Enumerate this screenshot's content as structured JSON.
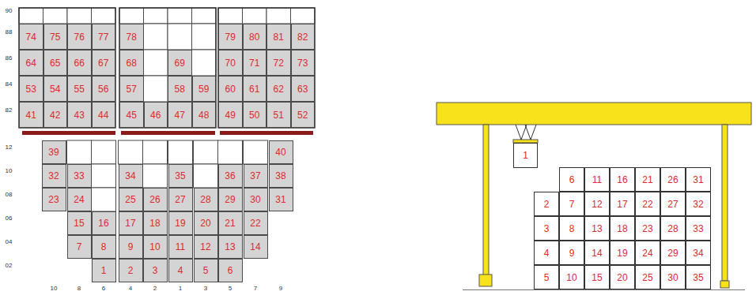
{
  "diagram": {
    "nodes": [
      {
        "text": [
          "74"
        ]
      },
      {
        "text": [
          "75"
        ]
      },
      {
        "text": [
          "76"
        ]
      },
      {
        "text": [
          "77"
        ]
      },
      {
        "text": [
          "78"
        ]
      },
      {
        "text": [
          "79"
        ]
      },
      {
        "text": [
          "80"
        ]
      },
      {
        "text": [
          "81"
        ]
      },
      {
        "text": [
          "82"
        ]
      },
      {
        "text": [
          "64"
        ]
      },
      {
        "text": [
          "65"
        ]
      },
      {
        "text": [
          "66"
        ]
      },
      {
        "text": [
          "67"
        ]
      },
      {
        "text": [
          "68"
        ]
      },
      {
        "text": [
          "69"
        ]
      },
      {
        "text": [
          "70"
        ]
      },
      {
        "text": [
          "71"
        ]
      },
      {
        "text": [
          "72"
        ]
      },
      {
        "text": [
          "73"
        ]
      },
      {
        "text": [
          "53"
        ]
      },
      {
        "text": [
          "54"
        ]
      },
      {
        "text": [
          "55"
        ]
      },
      {
        "text": [
          "56"
        ]
      },
      {
        "text": [
          "57"
        ]
      },
      {
        "text": [
          "58"
        ]
      },
      {
        "text": [
          "59"
        ]
      },
      {
        "text": [
          "60"
        ]
      },
      {
        "text": [
          "61"
        ]
      },
      {
        "text": [
          "62"
        ]
      },
      {
        "text": [
          "63"
        ]
      },
      {
        "text": [
          "41"
        ]
      },
      {
        "text": [
          "42"
        ]
      },
      {
        "text": [
          "43"
        ]
      },
      {
        "text": [
          "44"
        ]
      },
      {
        "text": [
          "45"
        ]
      },
      {
        "text": [
          "46"
        ]
      },
      {
        "text": [
          "47"
        ]
      },
      {
        "text": [
          "48"
        ]
      },
      {
        "text": [
          "49"
        ]
      },
      {
        "text": [
          "50"
        ]
      },
      {
        "text": [
          "51"
        ]
      },
      {
        "text": [
          "52"
        ]
      },
      {
        "text": [
          "39"
        ]
      },
      {
        "text": [
          "40"
        ]
      },
      {
        "text": [
          "32"
        ]
      },
      {
        "text": [
          "33"
        ]
      },
      {
        "text": [
          "34"
        ]
      },
      {
        "text": [
          "35"
        ]
      },
      {
        "text": [
          "36"
        ]
      },
      {
        "text": [
          "37"
        ]
      },
      {
        "text": [
          "38"
        ]
      },
      {
        "text": [
          "23"
        ]
      },
      {
        "text": [
          "24"
        ]
      },
      {
        "text": [
          "25"
        ]
      },
      {
        "text": [
          "26"
        ]
      },
      {
        "text": [
          "27"
        ]
      },
      {
        "text": [
          "28"
        ]
      },
      {
        "text": [
          "29"
        ]
      },
      {
        "text": [
          "30"
        ]
      },
      {
        "text": [
          "31"
        ]
      },
      {
        "text": [
          "15"
        ]
      },
      {
        "text": [
          "16"
        ]
      },
      {
        "text": [
          "17"
        ]
      },
      {
        "text": [
          "18"
        ]
      },
      {
        "text": [
          "19"
        ]
      },
      {
        "text": [
          "20"
        ]
      },
      {
        "text": [
          "21"
        ]
      },
      {
        "text": [
          "22"
        ]
      },
      {
        "text": [
          "7"
        ]
      },
      {
        "text": [
          "8"
        ]
      },
      {
        "text": [
          "9"
        ]
      },
      {
        "text": [
          "10"
        ]
      },
      {
        "text": [
          "11"
        ]
      },
      {
        "text": [
          "12"
        ]
      },
      {
        "text": [
          "13"
        ]
      },
      {
        "text": [
          "14"
        ]
      },
      {
        "text": [
          "1"
        ]
      },
      {
        "text": [
          "2"
        ]
      },
      {
        "text": [
          "3"
        ]
      },
      {
        "text": [
          "4"
        ]
      },
      {
        "text": [
          "5"
        ]
      },
      {
        "text": [
          "6"
        ]
      },
      {
        "text": [
          "1"
        ]
      },
      {
        "text": [
          "6"
        ]
      },
      {
        "text": [
          "11"
        ]
      },
      {
        "text": [
          "16"
        ]
      },
      {
        "text": [
          "21"
        ]
      },
      {
        "text": [
          "26"
        ]
      },
      {
        "text": [
          "31"
        ]
      },
      {
        "text": [
          "2"
        ]
      },
      {
        "text": [
          "7"
        ]
      },
      {
        "text": [
          "12"
        ]
      },
      {
        "text": [
          "17"
        ]
      },
      {
        "text": [
          "22"
        ]
      },
      {
        "text": [
          "27"
        ]
      },
      {
        "text": [
          "32"
        ]
      },
      {
        "text": [
          "3"
        ]
      },
      {
        "text": [
          "8"
        ]
      },
      {
        "text": [
          "13"
        ]
      },
      {
        "text": [
          "18"
        ]
      },
      {
        "text": [
          "23"
        ]
      },
      {
        "text": [
          "28"
        ]
      },
      {
        "text": [
          "33"
        ]
      },
      {
        "text": [
          "4"
        ]
      },
      {
        "text": [
          "9"
        ]
      },
      {
        "text": [
          "14"
        ]
      },
      {
        "text": [
          "19"
        ]
      },
      {
        "text": [
          "24"
        ]
      },
      {
        "text": [
          "29"
        ]
      },
      {
        "text": [
          "34"
        ]
      },
      {
        "text": [
          "5"
        ]
      },
      {
        "text": [
          "10"
        ]
      },
      {
        "text": [
          "15"
        ]
      },
      {
        "text": [
          "20"
        ]
      },
      {
        "text": [
          "25"
        ]
      },
      {
        "text": [
          "30"
        ]
      },
      {
        "text": [
          "35"
        ]
      }
    ],
    "labels": [
      "90",
      "88",
      "86",
      "84",
      "82",
      "12",
      "10",
      "08",
      "06",
      "04",
      "02",
      "10",
      "8",
      "6",
      "4",
      "2",
      "1",
      "3",
      "5",
      "7",
      "9"
    ]
  }
}
